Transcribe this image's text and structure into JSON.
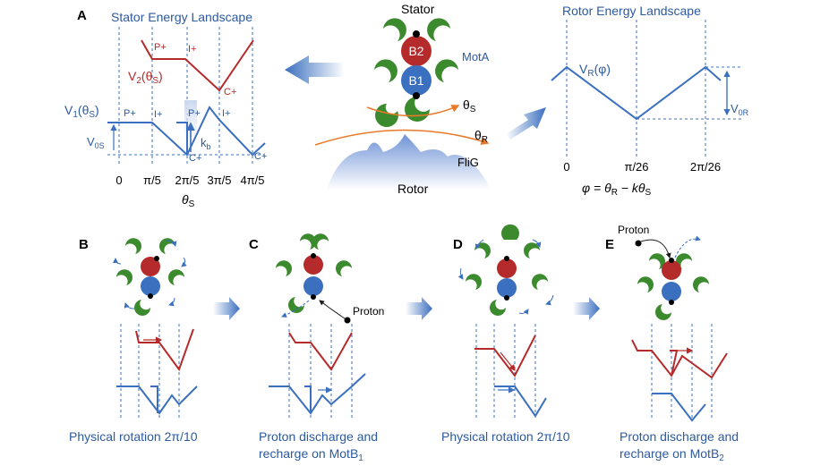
{
  "panels": {
    "A": "A",
    "B": "B",
    "C": "C",
    "D": "D",
    "E": "E"
  },
  "stator_title": "Stator Energy Landscape",
  "rotor_title": "Rotor Energy Landscape",
  "stator_label": "Stator",
  "mota": "MotA",
  "b2": "B2",
  "b1": "B1",
  "theta_s": "θS",
  "theta_r": "θR",
  "flig": "FliG",
  "rotor_label": "Rotor",
  "v2": "V2(θS)",
  "v1": "V1(θS)",
  "v0s": "V0S",
  "kb": "kb",
  "p_plus": "P+",
  "i_plus": "I+",
  "c_plus": "C+",
  "ticks": [
    "0",
    "π/5",
    "2π/5",
    "3π/5",
    "4π/5"
  ],
  "xaxis": "θS",
  "vr": "VR(φ)",
  "v0r": "V0R",
  "rticks": [
    "0",
    "π/26",
    "2π/26"
  ],
  "phi_eq": "φ = θR − kθS",
  "proton": "Proton",
  "cap_b": "Physical rotation 2π/10",
  "cap_c1": "Proton discharge and",
  "cap_c2": "recharge on MotB1",
  "cap_d": "Physical rotation 2π/10",
  "cap_e1": "Proton discharge and",
  "cap_e2": "recharge on MotB2"
}
